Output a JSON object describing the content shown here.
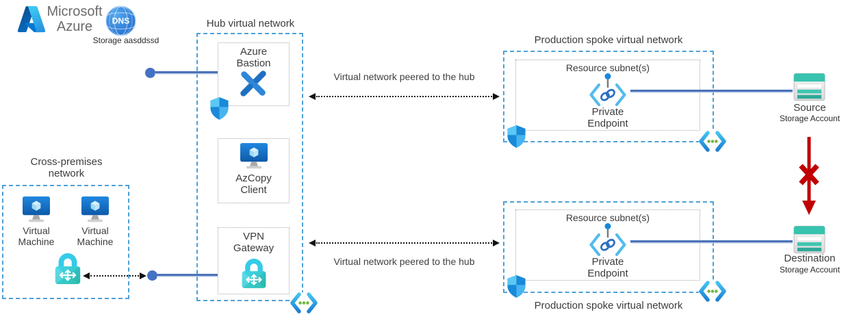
{
  "brand": {
    "line1": "Microsoft",
    "line2": "Azure",
    "dns": "DNS",
    "caption": "Storage aasddssd"
  },
  "hub": {
    "title": "Hub virtual network",
    "bastion": "Azure Bastion",
    "azcopy": "AzCopy Client",
    "vpn": "VPN Gateway"
  },
  "cross_premises": {
    "title": "Cross-premises network",
    "vm1": "Virtual Machine",
    "vm2": "Virtual Machine"
  },
  "peering": {
    "top": "Virtual network peered to the hub",
    "bottom": "Virtual network peered to the hub"
  },
  "spoke_top": {
    "title": "Production spoke virtual network",
    "subnet": "Resource subnet(s)",
    "endpoint": "Private Endpoint"
  },
  "spoke_bottom": {
    "title": "Production spoke virtual network",
    "subnet": "Resource subnet(s)",
    "endpoint": "Private Endpoint"
  },
  "storage_source": {
    "name": "Source",
    "type": "Storage Account"
  },
  "storage_destination": {
    "name": "Destination",
    "type": "Storage Account"
  },
  "colors": {
    "vnet_border": "#4DA0D8",
    "subnet_border": "#A8A8A8",
    "connector": "#4A72B8",
    "blocked_arrow": "#C00000",
    "storage_teal": "#37C3AE"
  }
}
